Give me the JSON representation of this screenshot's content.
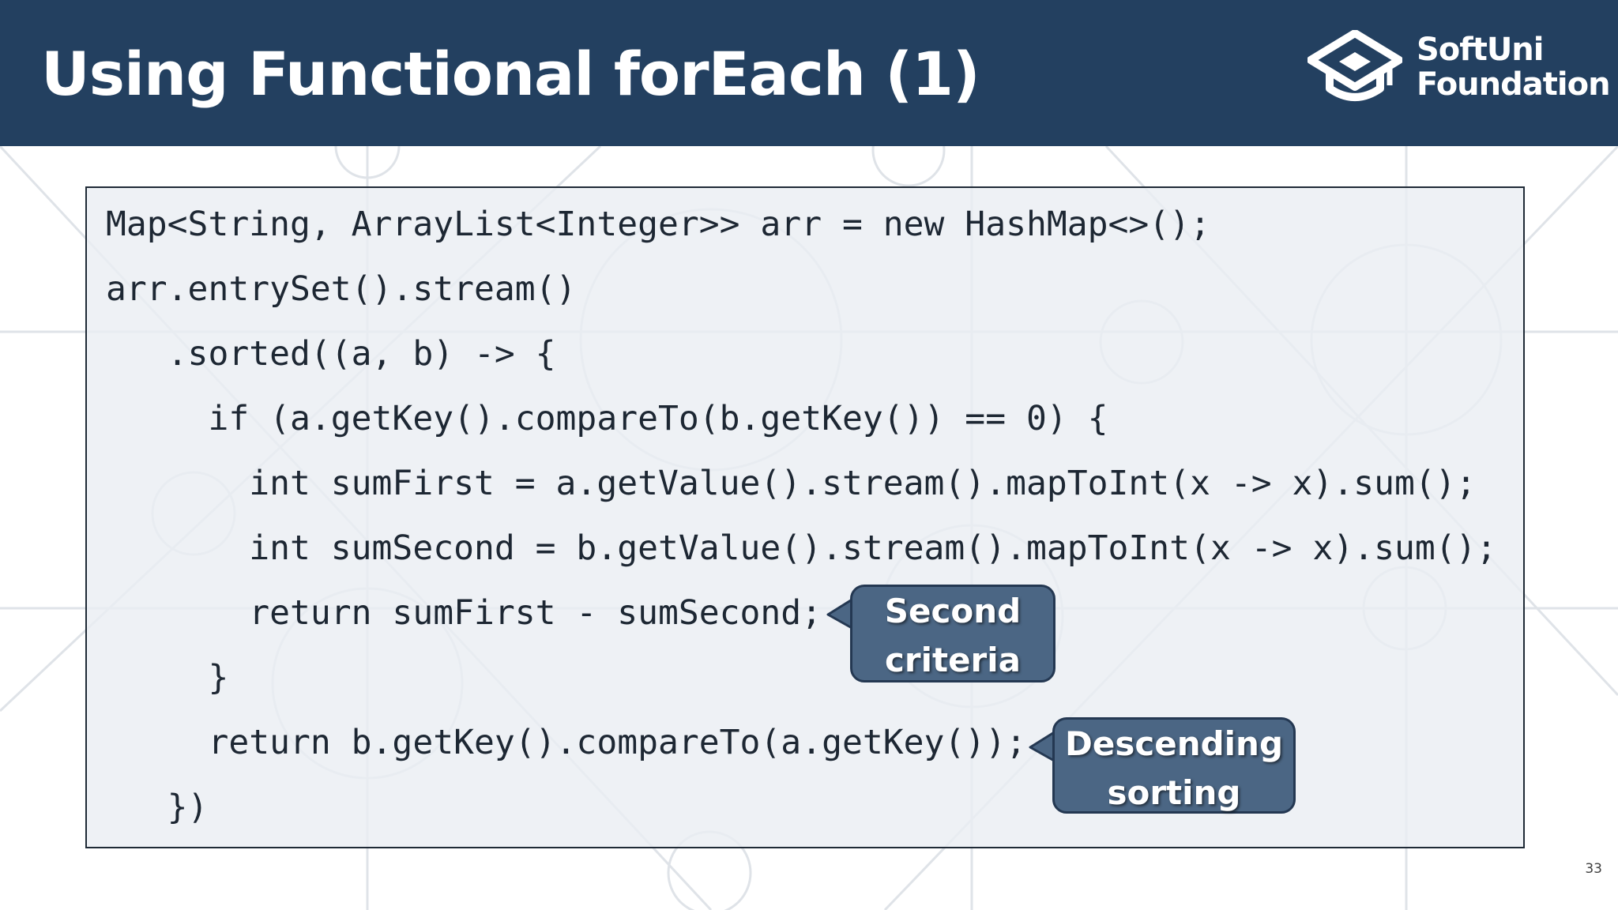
{
  "slide": {
    "title": "Using Functional forEach (1)",
    "number": "33"
  },
  "logo": {
    "icon": "graduation-cap-icon",
    "line1": "SoftUni",
    "line2": "Foundation"
  },
  "code": {
    "lines": [
      "Map<String, ArrayList<Integer>> arr = new HashMap<>();",
      "arr.entrySet().stream()",
      "   .sorted((a, b) -> {",
      "     if (a.getKey().compareTo(b.getKey()) == 0) {",
      "       int sumFirst = a.getValue().stream().mapToInt(x -> x).sum();",
      "       int sumSecond = b.getValue().stream().mapToInt(x -> x).sum();",
      "       return sumFirst - sumSecond;",
      "     }",
      "     return b.getKey().compareTo(a.getKey());",
      "   })"
    ]
  },
  "callouts": {
    "second_criteria": {
      "line1": "Second",
      "line2": "criteria"
    },
    "descending_sorting": {
      "line1": "Descending",
      "line2": "sorting"
    }
  },
  "colors": {
    "header_background": "#234060",
    "callout_fill": "#4b6684",
    "callout_border": "#243852",
    "code_text": "#1d2733"
  }
}
